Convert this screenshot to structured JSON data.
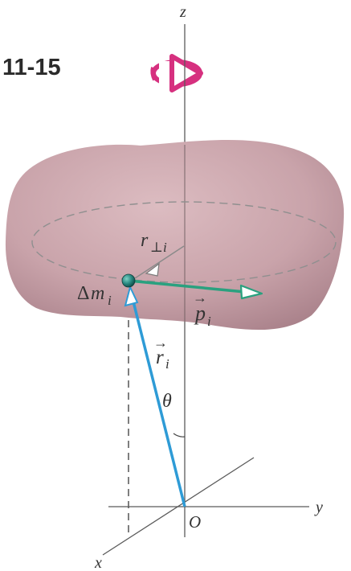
{
  "figure_number": "11-15",
  "colors": {
    "body_fill": "#c9a3aa",
    "body_shadow": "#a87e86",
    "accent_magenta": "#d6307f",
    "r_vector": "#2e9bd6",
    "p_vector": "#2aa17f",
    "mass_point": "#1f6f6a",
    "axis": "#5a5a5a",
    "dashed_circle": "#8f8f8f"
  },
  "icons": {
    "rotation": "rotation-arrow-icon"
  },
  "axes": {
    "z": "z",
    "y": "y",
    "x": "x",
    "origin": "O"
  },
  "labels": {
    "mass_prefix": "Δ",
    "mass_main": "m",
    "mass_sub": "i",
    "r_perp_main": "r",
    "r_perp_sub": "⊥i",
    "r_main": "r",
    "r_sub": "i",
    "p_main": "p",
    "p_sub": "i",
    "theta": "θ",
    "vector_arrow": "→"
  }
}
